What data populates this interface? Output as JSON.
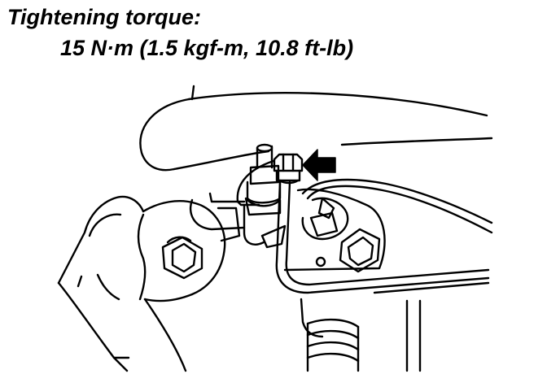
{
  "caption": {
    "title": "Tightening torque:",
    "value": "15 N·m (1.5 kgf-m, 10.8 ft-lb)"
  },
  "illustration": {
    "subject": "brake hose union bolt on caliper",
    "callout": "arrow-pointing-to-fitting",
    "line_color": "#000000",
    "background_color": "#ffffff"
  }
}
